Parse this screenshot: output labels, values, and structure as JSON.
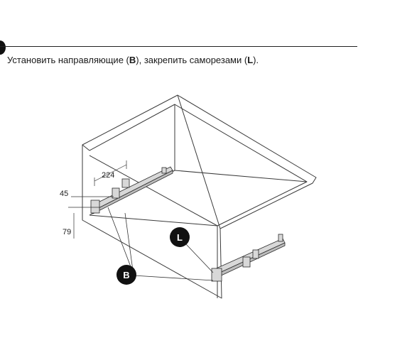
{
  "instruction": {
    "prefix": "Установить направляющие (",
    "rail_code": "B",
    "middle": "), закрепить саморезами (",
    "screw_code": "L",
    "suffix": ")."
  },
  "dimensions": {
    "length": "224",
    "horizontal_offset": "45",
    "vertical_offset": "79"
  },
  "callouts": {
    "screws": "L",
    "rails": "B"
  }
}
